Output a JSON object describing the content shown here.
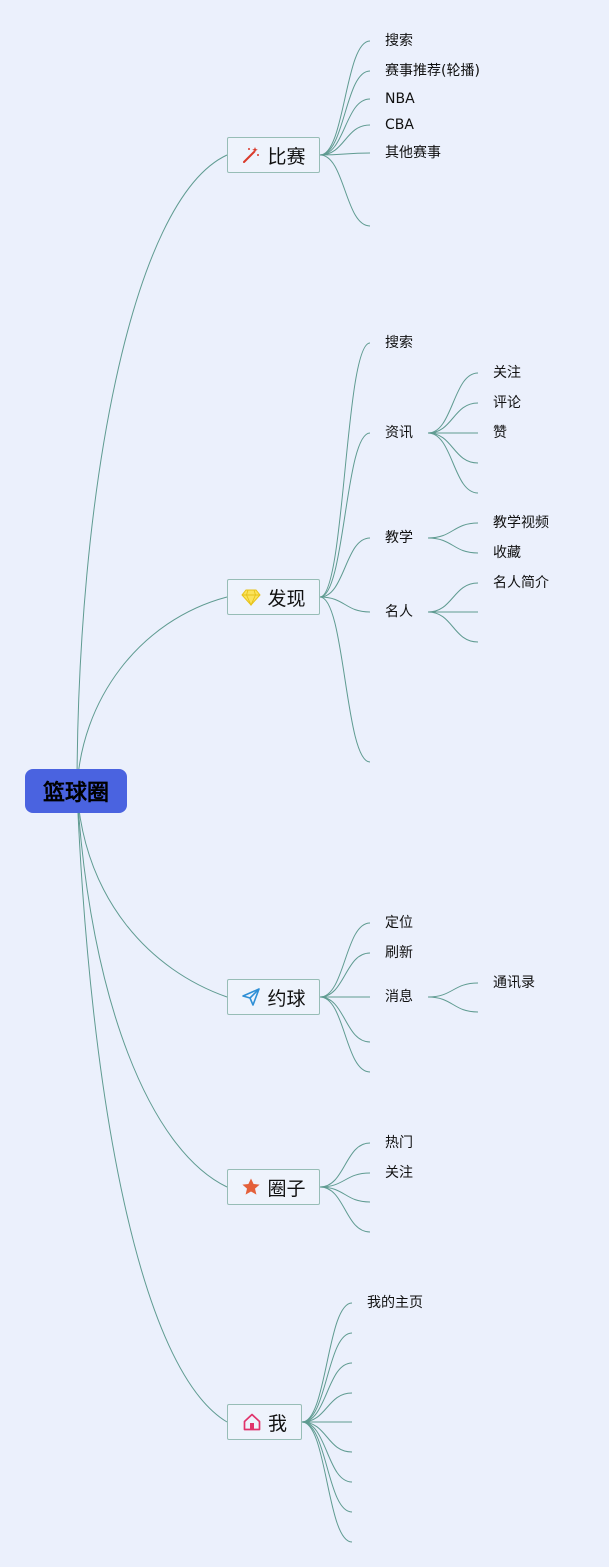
{
  "root": {
    "label": "篮球圈"
  },
  "branches": [
    {
      "id": "bisai",
      "label": "比赛",
      "icon": "magic-wand-icon",
      "children": [
        {
          "label": "搜索"
        },
        {
          "label": "赛事推荐(轮播)"
        },
        {
          "label": "NBA"
        },
        {
          "label": "CBA"
        },
        {
          "label": "其他赛事"
        },
        {
          "label": ""
        }
      ]
    },
    {
      "id": "faxian",
      "label": "发现",
      "icon": "diamond-icon",
      "children": [
        {
          "label": "搜索"
        },
        {
          "label": "资讯",
          "children": [
            {
              "label": "关注"
            },
            {
              "label": "评论"
            },
            {
              "label": "赞"
            },
            {
              "label": ""
            },
            {
              "label": ""
            }
          ]
        },
        {
          "label": "教学",
          "children": [
            {
              "label": "教学视频"
            },
            {
              "label": "收藏"
            }
          ]
        },
        {
          "label": "名人",
          "children": [
            {
              "label": "名人简介"
            },
            {
              "label": ""
            },
            {
              "label": ""
            }
          ]
        },
        {
          "label": ""
        }
      ]
    },
    {
      "id": "yueqiu",
      "label": "约球",
      "icon": "paper-plane-icon",
      "children": [
        {
          "label": "定位"
        },
        {
          "label": "刷新"
        },
        {
          "label": "消息",
          "children": [
            {
              "label": "通讯录"
            },
            {
              "label": ""
            }
          ]
        },
        {
          "label": ""
        },
        {
          "label": ""
        }
      ]
    },
    {
      "id": "quanzi",
      "label": "圈子",
      "icon": "star-icon",
      "children": [
        {
          "label": "热门"
        },
        {
          "label": "关注"
        },
        {
          "label": ""
        },
        {
          "label": ""
        }
      ]
    },
    {
      "id": "wo",
      "label": "我",
      "icon": "home-icon",
      "children": [
        {
          "label": "我的主页"
        },
        {
          "label": ""
        },
        {
          "label": ""
        },
        {
          "label": ""
        },
        {
          "label": ""
        },
        {
          "label": ""
        },
        {
          "label": ""
        },
        {
          "label": ""
        },
        {
          "label": ""
        }
      ]
    }
  ],
  "colors": {
    "background": "#ebf0fc",
    "root": "#4a63e0",
    "link": "#5f9b91",
    "branch_border": "#97bdb6"
  }
}
